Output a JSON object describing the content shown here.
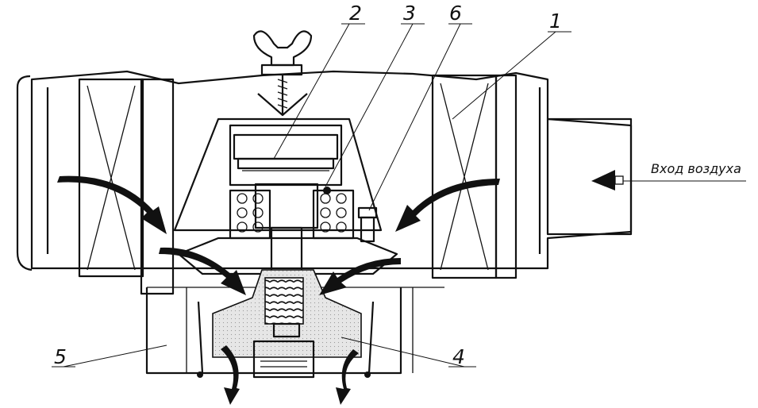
{
  "callouts": {
    "c1": "1",
    "c2": "2",
    "c3": "3",
    "c4": "4",
    "c5": "5",
    "c6": "6"
  },
  "inlet_label": "Вход воздуха"
}
